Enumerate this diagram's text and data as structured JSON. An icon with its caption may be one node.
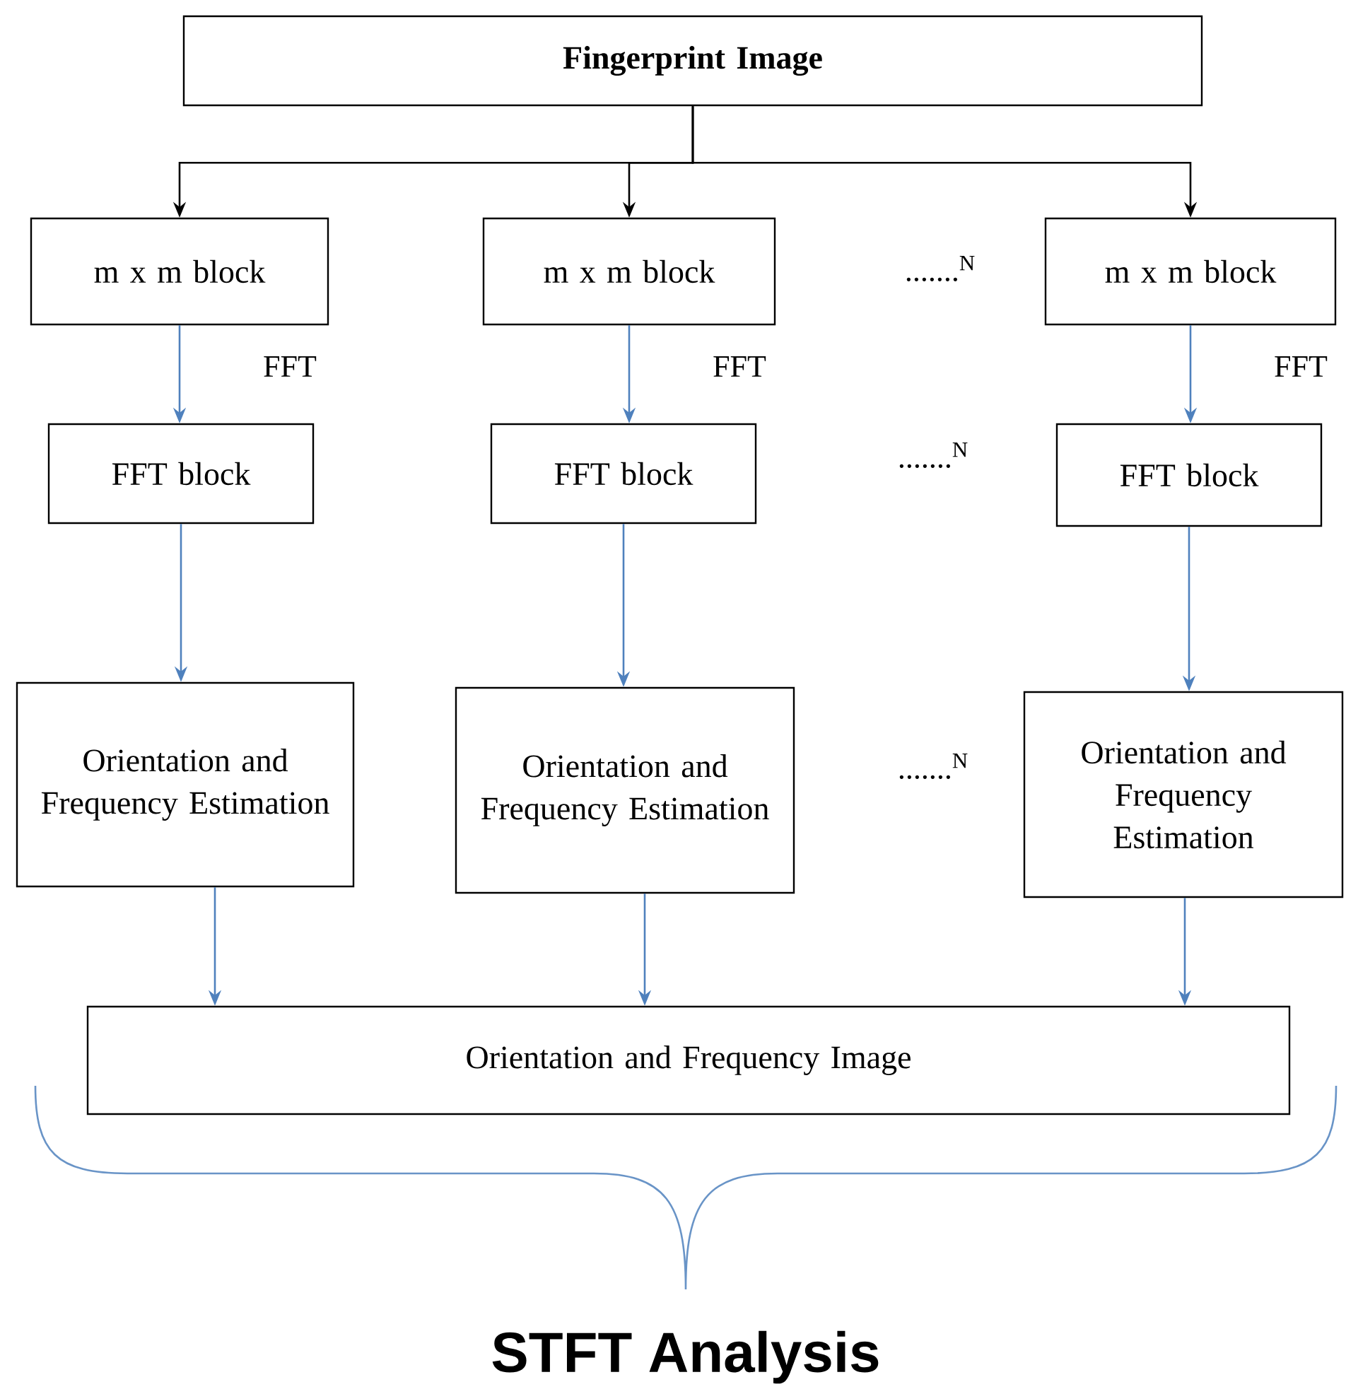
{
  "diagram": {
    "caption": "STFT Analysis",
    "nodes": [
      {
        "text": [
          "Fingerprint Image"
        ]
      },
      {
        "text": [
          "m x m block"
        ]
      },
      {
        "text": [
          "m x m block"
        ]
      },
      {
        "text": [
          "m x m block"
        ]
      },
      {
        "text": [
          "FFT block"
        ]
      },
      {
        "text": [
          "FFT block"
        ]
      },
      {
        "text": [
          "FFT block"
        ]
      },
      {
        "text": [
          "Orientation and Frequency Estimation"
        ]
      },
      {
        "text": [
          "Orientation and Frequency Estimation"
        ]
      },
      {
        "text": [
          "Orientation and Frequency Estimation"
        ]
      },
      {
        "text": [
          "Orientation and Frequency Image"
        ]
      }
    ],
    "edges": [
      {
        "from": 0,
        "to": 1,
        "arrow": "to",
        "color": "#000000"
      },
      {
        "from": 0,
        "to": 2,
        "arrow": "to",
        "color": "#000000"
      },
      {
        "from": 0,
        "to": 3,
        "arrow": "to",
        "color": "#000000"
      },
      {
        "from": 1,
        "to": 4,
        "arrow": "to",
        "label": "FFT"
      },
      {
        "from": 2,
        "to": 5,
        "arrow": "to",
        "label": "FFT"
      },
      {
        "from": 3,
        "to": 6,
        "arrow": "to",
        "label": "FFT"
      },
      {
        "from": 4,
        "to": 7,
        "arrow": "to"
      },
      {
        "from": 5,
        "to": 8,
        "arrow": "to"
      },
      {
        "from": 6,
        "to": 9,
        "arrow": "to"
      },
      {
        "from": 7,
        "to": 10,
        "arrow": "to"
      },
      {
        "from": 8,
        "to": 10,
        "arrow": "to"
      },
      {
        "from": 9,
        "to": 10,
        "arrow": "to"
      }
    ],
    "labels": [
      ".......$^{N}$",
      ".......$^{N}$",
      ".......$^{N}$"
    ]
  }
}
